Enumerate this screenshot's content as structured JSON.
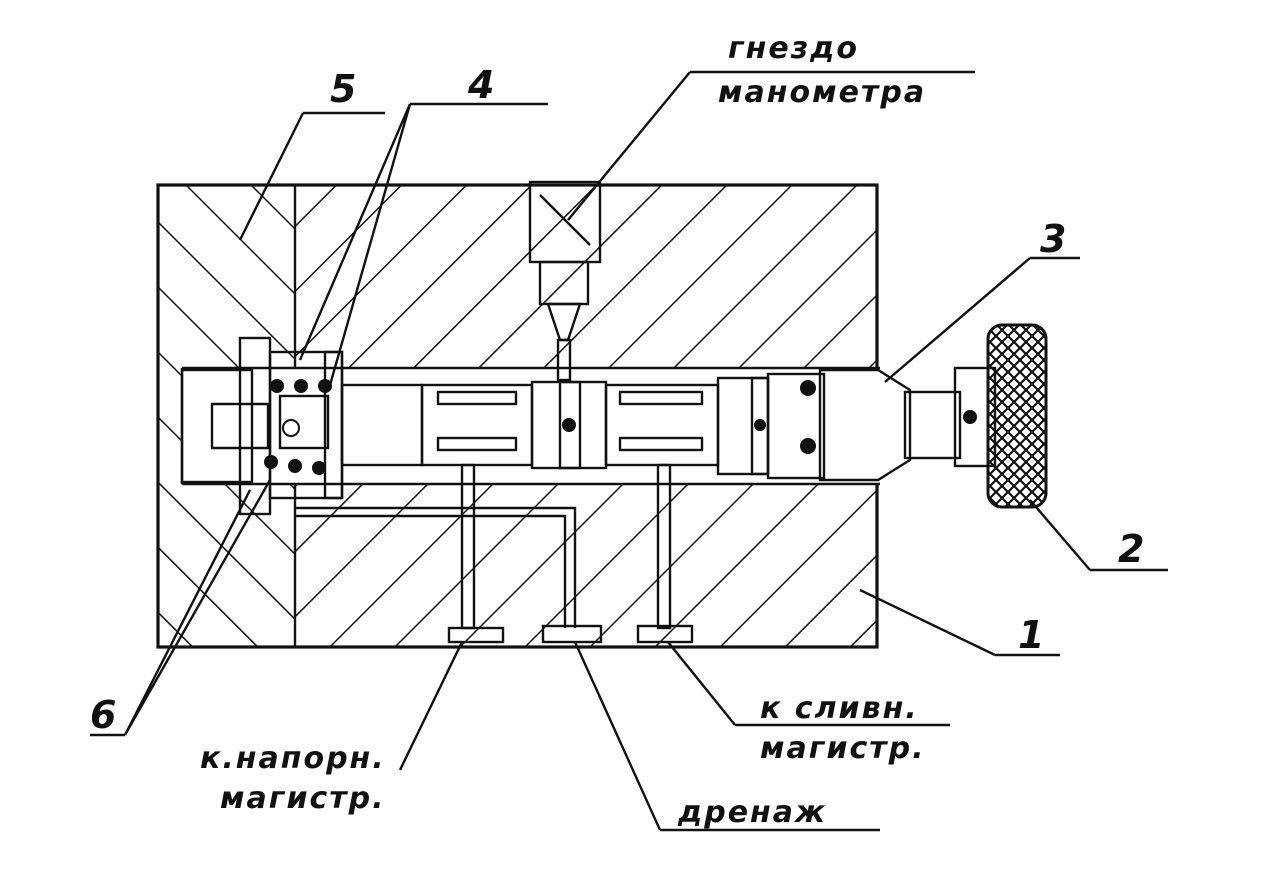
{
  "labels": {
    "n1": "1",
    "n2": "2",
    "n3": "3",
    "n4": "4",
    "n5": "5",
    "n6": "6",
    "gauge_1": "гнездо",
    "gauge_2": "манометра",
    "drain_out_1": "к сливн.",
    "drain_out_2": "магистр.",
    "pressure_1": "к.напорн.",
    "pressure_2": "магистр.",
    "drainage": "дренаж"
  },
  "colors": {
    "ink": "#111111",
    "paper": "#ffffff"
  }
}
